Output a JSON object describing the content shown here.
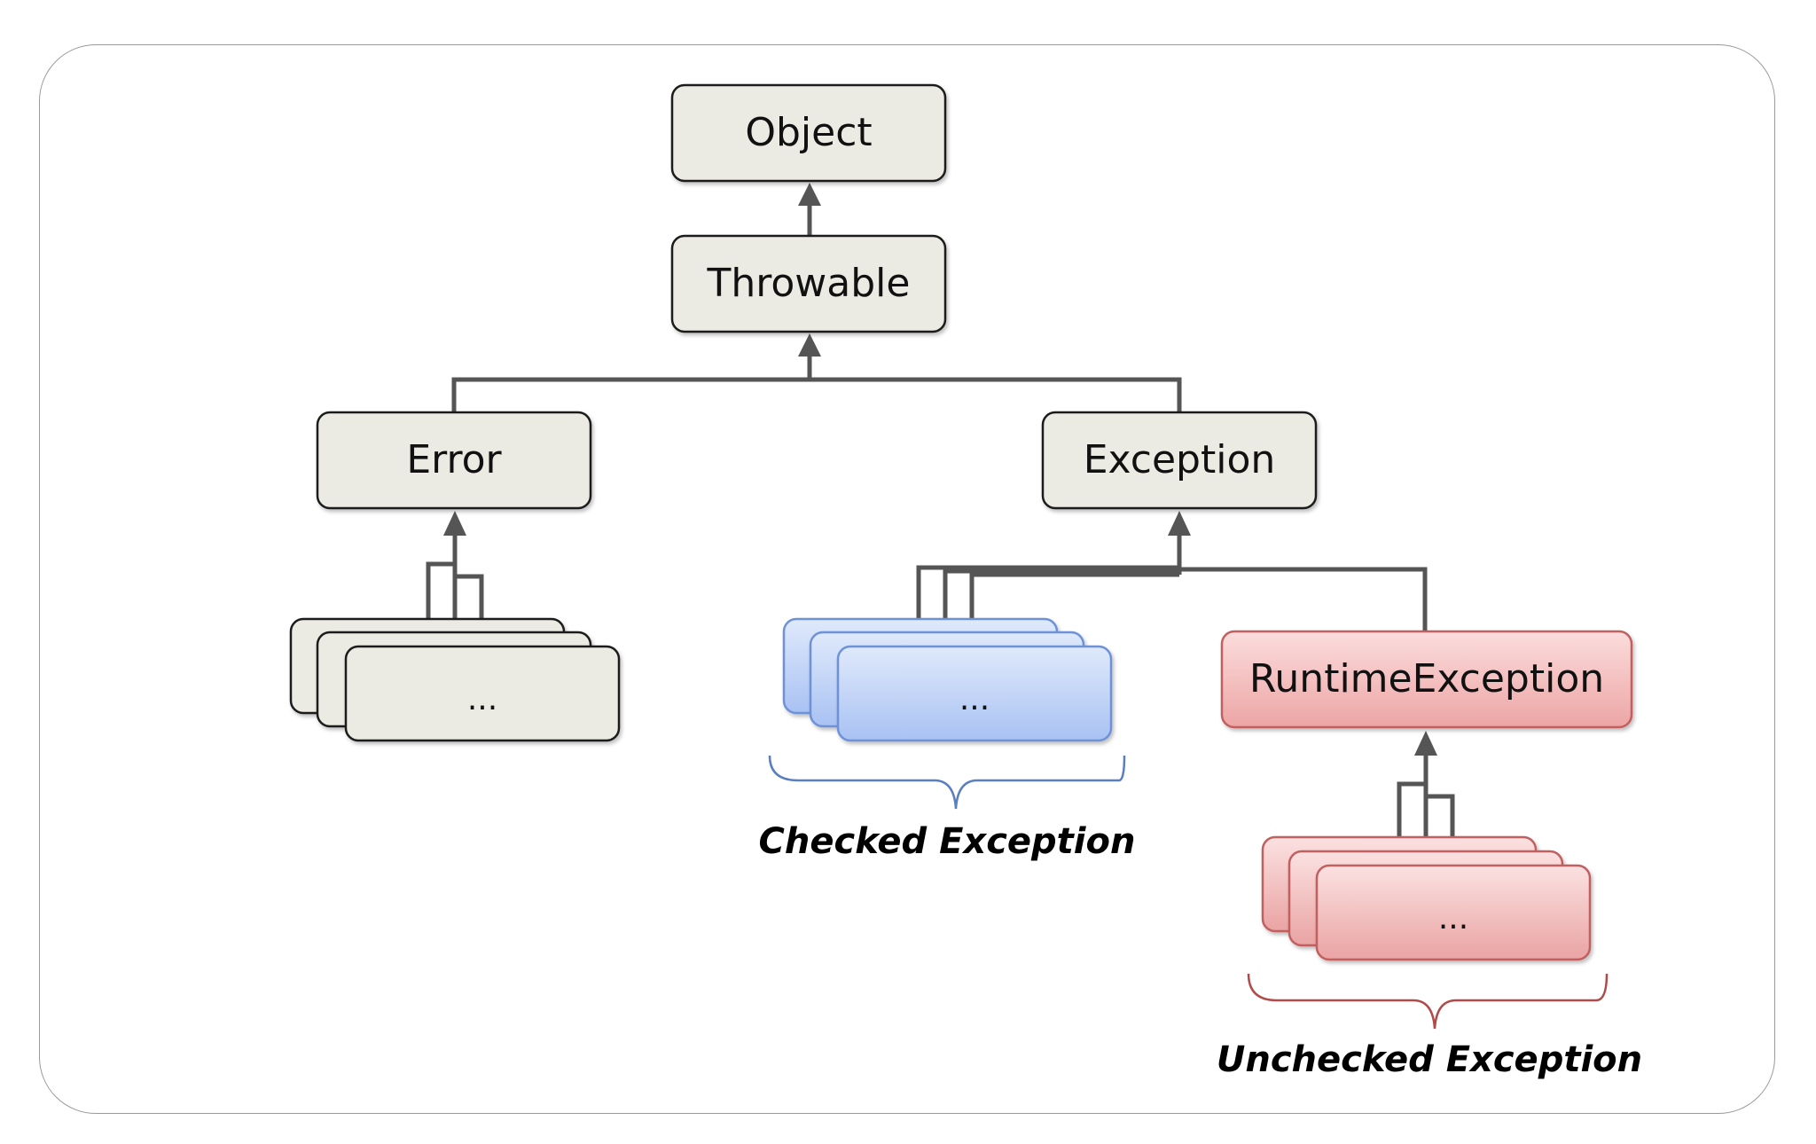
{
  "nodes": {
    "object": "Object",
    "throwable": "Throwable",
    "error": "Error",
    "exception": "Exception",
    "runtime_exception": "RuntimeException",
    "error_subclasses": "...",
    "checked_subclasses": "...",
    "unchecked_subclasses": "..."
  },
  "labels": {
    "checked": "Checked Exception",
    "unchecked": "Unchecked Exception"
  },
  "colors": {
    "neutral_fill": "#ecebe3",
    "neutral_stroke": "#1c1c1c",
    "checked_fill_top": "#dfe9fb",
    "checked_fill_bottom": "#a9c2f3",
    "checked_stroke": "#6e92d8",
    "unchecked_fill_top": "#fbe1e1",
    "unchecked_fill_bottom": "#eaa3a3",
    "unchecked_stroke": "#c25e5e",
    "connector": "#555555",
    "checked_brace": "#5a7fc0",
    "unchecked_brace": "#b34a4a"
  }
}
